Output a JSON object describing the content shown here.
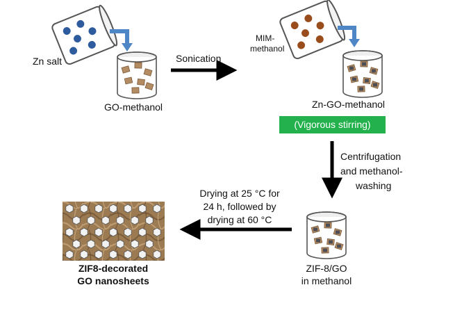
{
  "labels": {
    "zn_salt": "Zn salt",
    "go_methanol": "GO-methanol",
    "sonication": "Sonication",
    "mim_line1": "MIM-",
    "mim_line2": "methanol",
    "zn_go_methanol": "Zn-GO-methanol",
    "vigorous_stirring": "(Vigorous stirring)",
    "centrifugation_line1": "Centrifugation",
    "centrifugation_line2": "and methanol-",
    "centrifugation_line3": "washing",
    "drying_line1": "Drying at 25 °C for",
    "drying_line2": "24 h, followed by",
    "drying_line3": "drying at 60 °C",
    "zif_go_line1": "ZIF-8/GO",
    "zif_go_line2": "in methanol",
    "product_line1": "ZIF8-decorated",
    "product_line2": "GO nanosheets"
  },
  "colors": {
    "zn_dots": "#2e5a9e",
    "mim_dots": "#9a4d1c",
    "pour_arrow": "#4f86c6",
    "stirring_box": "#22b14c",
    "go_sheet": "#b48c64",
    "zif_crystal": "#4d4d55",
    "nanosheet_bg": "#9c7a52",
    "arrow": "#000000"
  },
  "icons": {
    "zn_beaker": "tilted-beaker-icon",
    "mim_beaker": "tilted-beaker-icon",
    "go_beaker": "beaker-icon",
    "zn_go_beaker": "beaker-icon",
    "zif_go_beaker": "beaker-icon"
  }
}
